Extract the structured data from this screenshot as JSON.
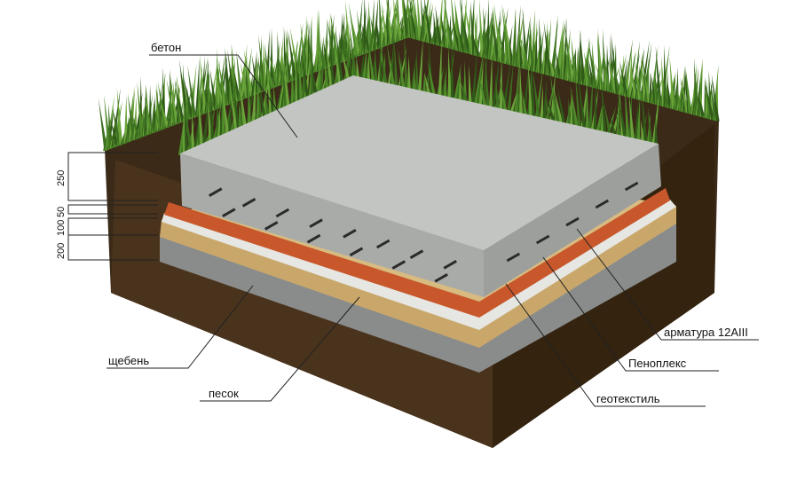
{
  "labels": {
    "concrete": "бетон",
    "crushed_stone": "щебень",
    "sand": "песок",
    "rebar": "арматура 12АIII",
    "penoplex": "Пеноплекс",
    "geotextile": "геотекстиль"
  },
  "dimensions": [
    "250",
    "50",
    "100",
    "200"
  ],
  "colors": {
    "concrete": "#b9bbb8",
    "penoplex": "#c8582c",
    "geotextile": "#e6e6e2",
    "sand": "#c9a76b",
    "gravel": "#8a8c8c",
    "soil": "#3b2a18",
    "grass": "#4f8a2a"
  }
}
